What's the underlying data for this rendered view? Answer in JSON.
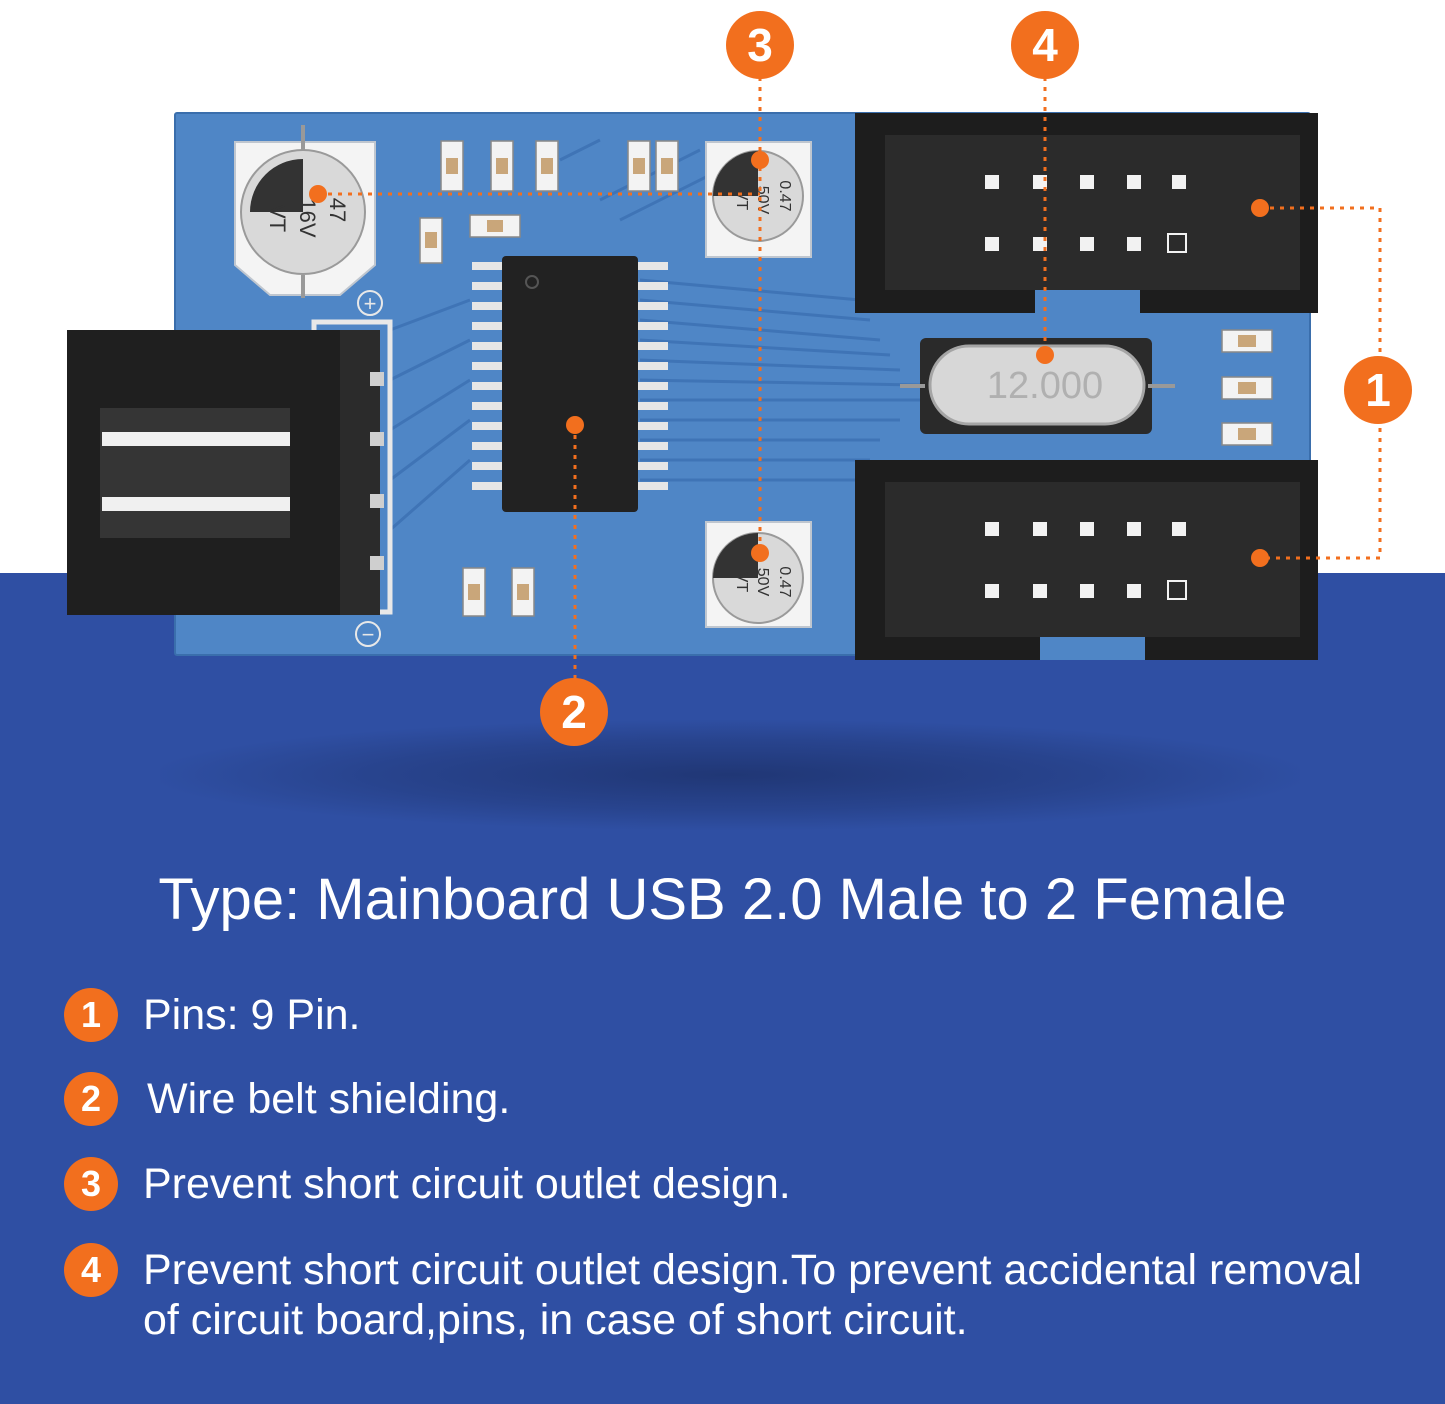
{
  "product": {
    "title": "Type: Mainboard USB 2.0 Male to 2 Female"
  },
  "board_labels": {
    "cap_large": [
      "47",
      "16V",
      "VT"
    ],
    "cap_small": [
      "0.47",
      "50V",
      "VT"
    ],
    "crystal": "12.000",
    "plus_sign": "+",
    "minus_sign": "−"
  },
  "callouts": [
    {
      "number": "1"
    },
    {
      "number": "2"
    },
    {
      "number": "3"
    },
    {
      "number": "4"
    }
  ],
  "features": [
    {
      "number": "1",
      "text": "Pins: 9 Pin."
    },
    {
      "number": "2",
      "text": "Wire belt shielding."
    },
    {
      "number": "3",
      "text": "Prevent short circuit outlet design."
    },
    {
      "number": "4",
      "text": "Prevent short circuit outlet design.To prevent accidental removal of circuit board,pins, in case of short circuit."
    }
  ],
  "colors": {
    "accent_orange": "#f26f1e",
    "background_blue": "#2f4fa3",
    "pcb_blue": "#4f86c6",
    "connector_black": "#1f1f1f"
  }
}
